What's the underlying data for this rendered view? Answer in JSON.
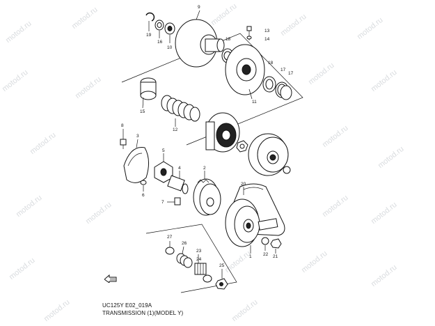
{
  "watermark": "motod.ru",
  "caption": {
    "line1": "UC125Y E02_019A",
    "line2": "TRANSMISSION (1)(MODEL Y)"
  },
  "callouts": [
    "1",
    "2",
    "3",
    "4",
    "5",
    "6",
    "7",
    "8",
    "9",
    "10",
    "11",
    "12",
    "13",
    "14",
    "15",
    "16",
    "17",
    "17",
    "18",
    "18",
    "19",
    "20",
    "21",
    "22",
    "23",
    "24",
    "25",
    "26",
    "27"
  ],
  "direction_icon": "front-arrow-icon"
}
